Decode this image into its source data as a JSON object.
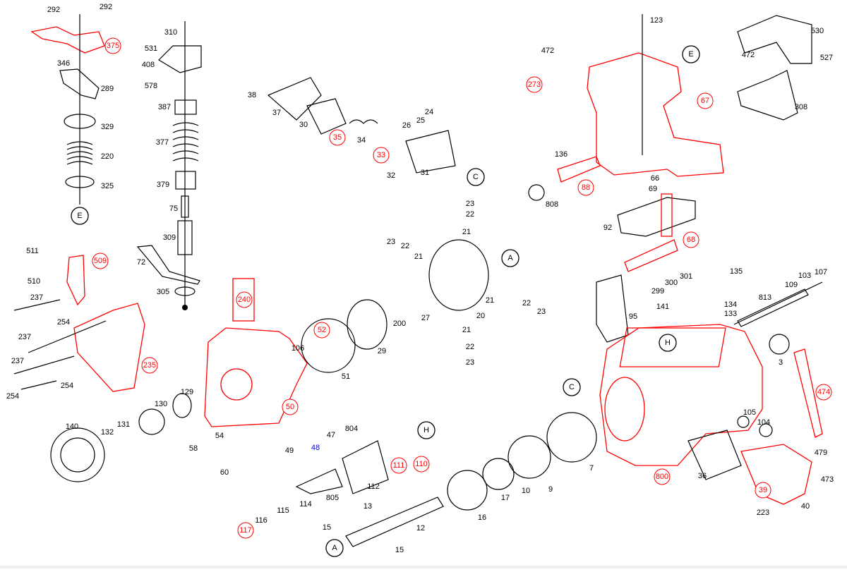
{
  "diagram": {
    "colors": {
      "line": "#000000",
      "highlight": "#ff0000",
      "special": "#0000ff"
    },
    "parts": [
      {
        "n": "292"
      },
      {
        "n": "292"
      },
      {
        "n": "346"
      },
      {
        "n": "289"
      },
      {
        "n": "329"
      },
      {
        "n": "220"
      },
      {
        "n": "325"
      },
      {
        "n": "310"
      },
      {
        "n": "531"
      },
      {
        "n": "408"
      },
      {
        "n": "578"
      },
      {
        "n": "387"
      },
      {
        "n": "377"
      },
      {
        "n": "379"
      },
      {
        "n": "75"
      },
      {
        "n": "309"
      },
      {
        "n": "72"
      },
      {
        "n": "305"
      },
      {
        "n": "38"
      },
      {
        "n": "37"
      },
      {
        "n": "30"
      },
      {
        "n": "34"
      },
      {
        "n": "26"
      },
      {
        "n": "25"
      },
      {
        "n": "24"
      },
      {
        "n": "32"
      },
      {
        "n": "31"
      },
      {
        "n": "511"
      },
      {
        "n": "510"
      },
      {
        "n": "237"
      },
      {
        "n": "254"
      },
      {
        "n": "237"
      },
      {
        "n": "237"
      },
      {
        "n": "254"
      },
      {
        "n": "254"
      },
      {
        "n": "23"
      },
      {
        "n": "22"
      },
      {
        "n": "21"
      },
      {
        "n": "23"
      },
      {
        "n": "22"
      },
      {
        "n": "21"
      },
      {
        "n": "21"
      },
      {
        "n": "22"
      },
      {
        "n": "23"
      },
      {
        "n": "20"
      },
      {
        "n": "27"
      },
      {
        "n": "200"
      },
      {
        "n": "29"
      },
      {
        "n": "21"
      },
      {
        "n": "22"
      },
      {
        "n": "23"
      },
      {
        "n": "106"
      },
      {
        "n": "51"
      },
      {
        "n": "129"
      },
      {
        "n": "130"
      },
      {
        "n": "140"
      },
      {
        "n": "132"
      },
      {
        "n": "131"
      },
      {
        "n": "58"
      },
      {
        "n": "54"
      },
      {
        "n": "60"
      },
      {
        "n": "47"
      },
      {
        "n": "804"
      },
      {
        "n": "49"
      },
      {
        "n": "112"
      },
      {
        "n": "805"
      },
      {
        "n": "114"
      },
      {
        "n": "115"
      },
      {
        "n": "116"
      },
      {
        "n": "13"
      },
      {
        "n": "12"
      },
      {
        "n": "15"
      },
      {
        "n": "15"
      },
      {
        "n": "16"
      },
      {
        "n": "17"
      },
      {
        "n": "10"
      },
      {
        "n": "9"
      },
      {
        "n": "7"
      },
      {
        "n": "123"
      },
      {
        "n": "472"
      },
      {
        "n": "530"
      },
      {
        "n": "472"
      },
      {
        "n": "527"
      },
      {
        "n": "308"
      },
      {
        "n": "136"
      },
      {
        "n": "66"
      },
      {
        "n": "69"
      },
      {
        "n": "808"
      },
      {
        "n": "92"
      },
      {
        "n": "135"
      },
      {
        "n": "301"
      },
      {
        "n": "300"
      },
      {
        "n": "299"
      },
      {
        "n": "103"
      },
      {
        "n": "107"
      },
      {
        "n": "109"
      },
      {
        "n": "813"
      },
      {
        "n": "141"
      },
      {
        "n": "134"
      },
      {
        "n": "133"
      },
      {
        "n": "95"
      },
      {
        "n": "3"
      },
      {
        "n": "105"
      },
      {
        "n": "104"
      },
      {
        "n": "479"
      },
      {
        "n": "473"
      },
      {
        "n": "40"
      },
      {
        "n": "36"
      },
      {
        "n": "223"
      }
    ],
    "highlighted_parts": [
      {
        "n": "375"
      },
      {
        "n": "273"
      },
      {
        "n": "67"
      },
      {
        "n": "88"
      },
      {
        "n": "68"
      },
      {
        "n": "509"
      },
      {
        "n": "240"
      },
      {
        "n": "52"
      },
      {
        "n": "235"
      },
      {
        "n": "50"
      },
      {
        "n": "35"
      },
      {
        "n": "33"
      },
      {
        "n": "111"
      },
      {
        "n": "110"
      },
      {
        "n": "117"
      },
      {
        "n": "800"
      },
      {
        "n": "474"
      },
      {
        "n": "39"
      }
    ],
    "special_parts": [
      {
        "n": "48"
      }
    ],
    "connectors": [
      {
        "n": "E"
      },
      {
        "n": "E"
      },
      {
        "n": "C"
      },
      {
        "n": "A"
      },
      {
        "n": "H"
      },
      {
        "n": "C"
      },
      {
        "n": "H"
      },
      {
        "n": "A"
      }
    ]
  }
}
